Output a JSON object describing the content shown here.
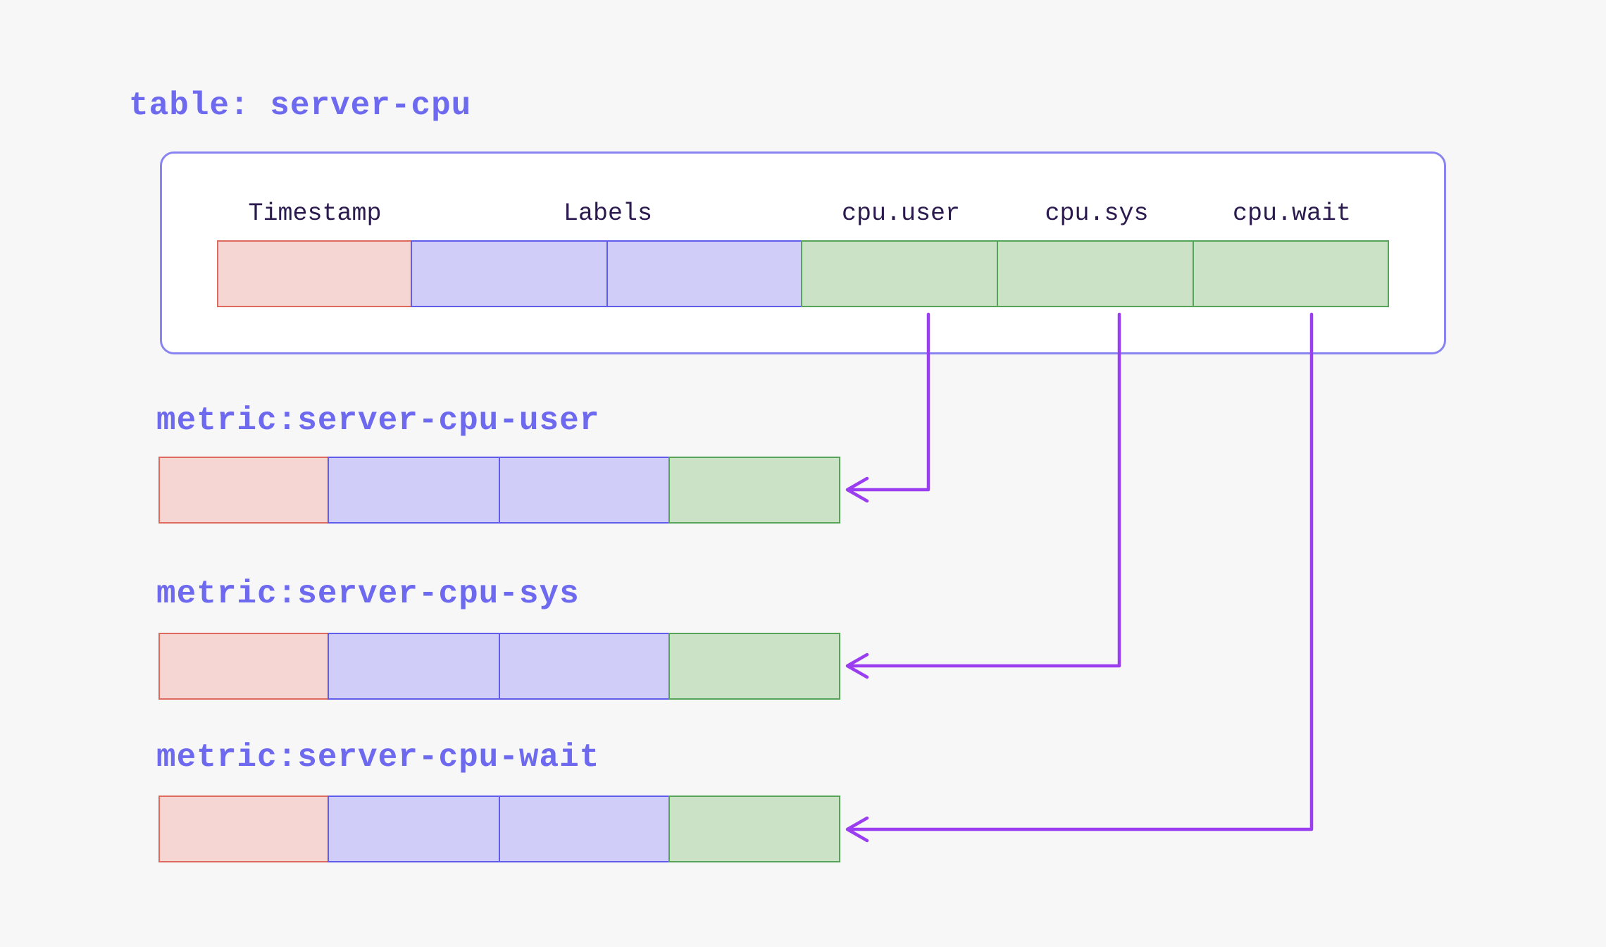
{
  "table": {
    "title": "table: server-cpu",
    "headers": [
      "Timestamp",
      "Labels",
      "cpu.user",
      "cpu.sys",
      "cpu.wait"
    ],
    "row_cells": [
      "timestamp",
      "label",
      "label",
      "field",
      "field",
      "field"
    ]
  },
  "metrics": [
    {
      "title": "metric:server-cpu-user",
      "source_column": "cpu.user",
      "row_cells": [
        "timestamp",
        "label",
        "label",
        "field"
      ]
    },
    {
      "title": "metric:server-cpu-sys",
      "source_column": "cpu.sys",
      "row_cells": [
        "timestamp",
        "label",
        "label",
        "field"
      ]
    },
    {
      "title": "metric:server-cpu-wait",
      "source_column": "cpu.wait",
      "row_cells": [
        "timestamp",
        "label",
        "label",
        "field"
      ]
    }
  ],
  "colors": {
    "page_bg": "#f7f7f7",
    "title_text": "#6e6af0",
    "header_text": "#2b1a4e",
    "box_border": "#8984f2",
    "box_bg": "#ffffff",
    "timestamp_fill": "#f5d6d2",
    "timestamp_border": "#de6a5e",
    "label_fill": "#d0cdf8",
    "label_border": "#615cea",
    "field_fill": "#cbe2c6",
    "field_border": "#55a458",
    "arrow": "#9b3df0"
  }
}
